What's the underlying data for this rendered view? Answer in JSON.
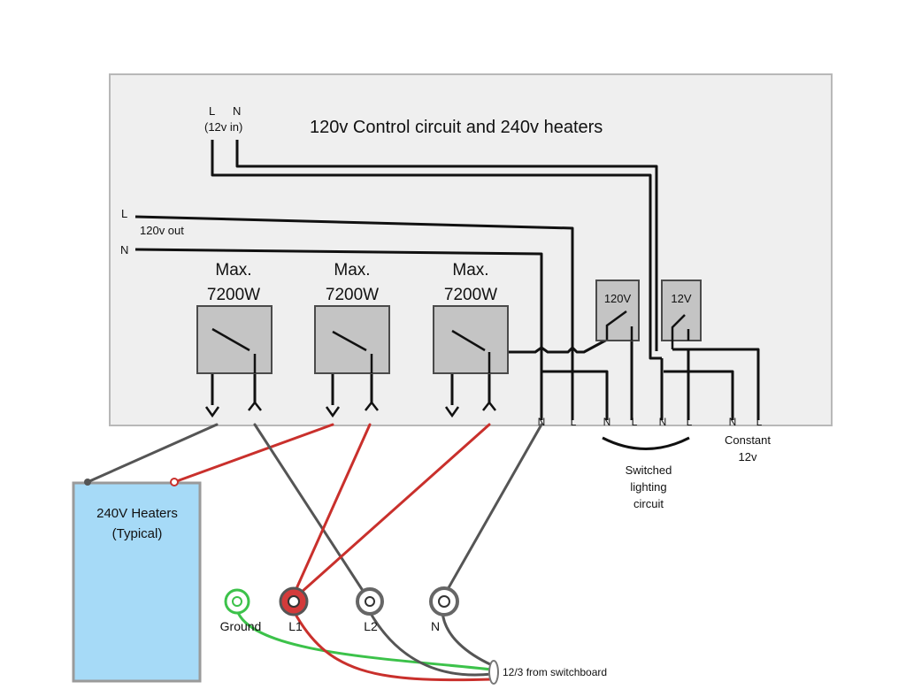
{
  "title": "120v Control circuit and 240v heaters",
  "input_12v": {
    "l": "L",
    "n": "N",
    "sub": "(12v in)"
  },
  "output_120v": {
    "l": "L",
    "n": "N",
    "label": "120v out"
  },
  "contactors": [
    {
      "line1": "Max.",
      "line2": "7200W"
    },
    {
      "line1": "Max.",
      "line2": "7200W"
    },
    {
      "line1": "Max.",
      "line2": "7200W"
    }
  ],
  "relays": [
    {
      "label": "120V"
    },
    {
      "label": "12V"
    }
  ],
  "terminals": [
    "N",
    "L",
    "N",
    "L",
    "N",
    "L",
    "N",
    "L"
  ],
  "switched_lighting": {
    "line1": "Switched",
    "line2": "lighting",
    "line3": "circuit"
  },
  "constant_12v": {
    "line1": "Constant",
    "line2": "12v"
  },
  "heaters": {
    "line1": "240V Heaters",
    "line2": "(Typical)"
  },
  "feed_terminals": [
    "Ground",
    "L1",
    "L2",
    "N"
  ],
  "cable_label": "12/3 from switchboard",
  "colors": {
    "panel": "#efefef",
    "panel_border": "#b8b8b8",
    "box_fill": "#c4c4c4",
    "box_border": "#4a4a4a",
    "heater_fill": "#a6daf7",
    "wire_black": "#111111",
    "wire_gray": "#555555",
    "wire_red": "#c9302c",
    "wire_green": "#3cc24a"
  }
}
